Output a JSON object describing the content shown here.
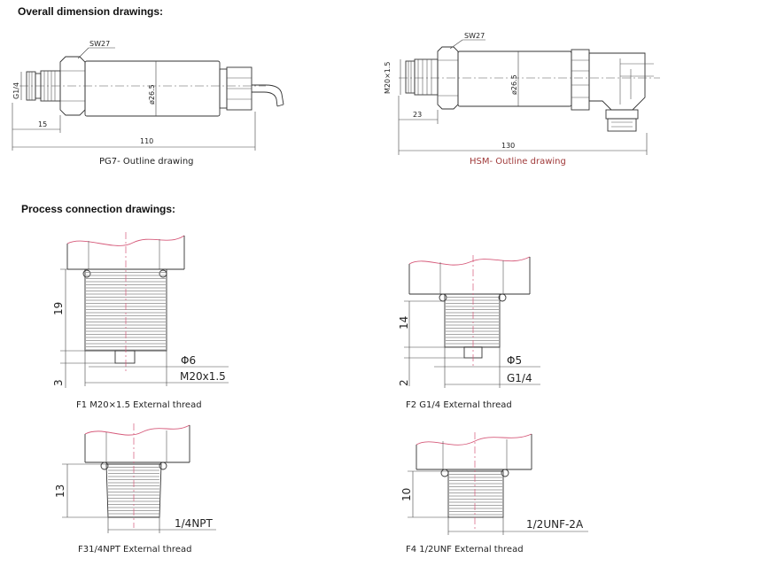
{
  "headings": {
    "overall": "Overall dimension drawings:",
    "process": "Process connection drawings:"
  },
  "pg7": {
    "caption": "PG7- Outline drawing",
    "sw": "SW27",
    "thread": "G1/4",
    "diameter": "ø26.5",
    "d15": "15",
    "d110": "110"
  },
  "hsm": {
    "caption": "HSM- Outline drawing",
    "sw": "SW27",
    "thread": "M20×1.5",
    "diameter": "ø26.5",
    "d23": "23",
    "d130": "130"
  },
  "f1": {
    "caption": "F1 M20×1.5 External thread",
    "h": "19",
    "h2": "3",
    "phi": "Φ6",
    "thread": "M20x1.5"
  },
  "f2": {
    "caption": "F2 G1/4 External thread",
    "h": "14",
    "h2": "2",
    "phi": "Φ5",
    "thread": "G1/4"
  },
  "f3": {
    "caption": "F31/4NPT External thread",
    "h": "13",
    "thread": "1/4NPT"
  },
  "f4": {
    "caption": "F4 1/2UNF External thread",
    "h": "10",
    "thread": "1/2UNF-2A"
  },
  "colors": {
    "center_line": "#d65a7a",
    "hsm_caption": "#a03a3a"
  }
}
